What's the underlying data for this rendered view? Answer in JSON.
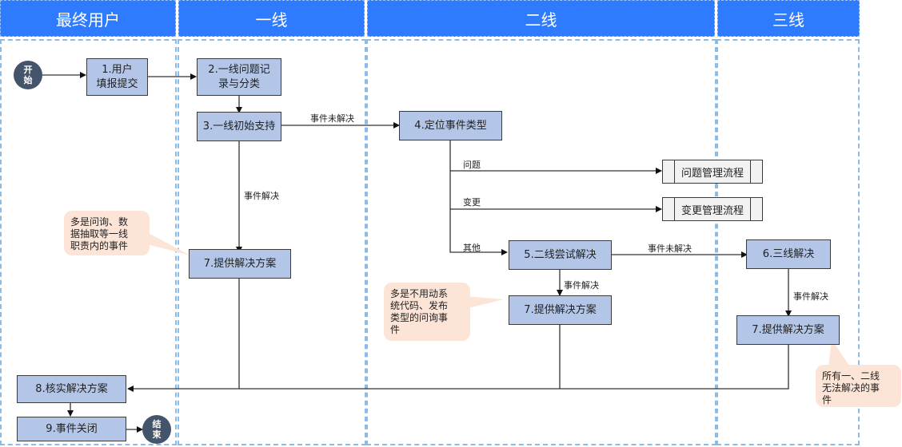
{
  "lanes": [
    {
      "title": "最终用户"
    },
    {
      "title": "一线"
    },
    {
      "title": "二线"
    },
    {
      "title": "三线"
    }
  ],
  "nodes": {
    "start": "开\n始",
    "end": "结\n束",
    "step1": "1.用户\n填报提交",
    "step2": "2.一线问题记\n录与分类",
    "step3": "3.一线初始支持",
    "step4": "4.定位事件类型",
    "step5": "5.二线尝试解决",
    "step6": "6.三线解决",
    "step7_l1": "7.提供解决方案",
    "step7_l2": "7.提供解决方案",
    "step7_l3": "7.提供解决方案",
    "step8": "8.核实解决方案",
    "step9": "9.事件关闭",
    "problem_process": "问题管理流程",
    "change_process": "变更管理流程"
  },
  "edge_labels": {
    "unresolved_1": "事件未解决",
    "resolved_1": "事件解决",
    "problem": "问题",
    "change": "变更",
    "other": "其他",
    "unresolved_2": "事件未解决",
    "resolved_2": "事件解决",
    "resolved_3": "事件解决"
  },
  "notes": {
    "l1": "多是问询、数\n据抽取等一线\n职责内的事件",
    "l2": "多是不用动系\n统代码、发布\n类型的问询事\n件",
    "l3": "所有一、二线\n无法解决的事\n件"
  }
}
